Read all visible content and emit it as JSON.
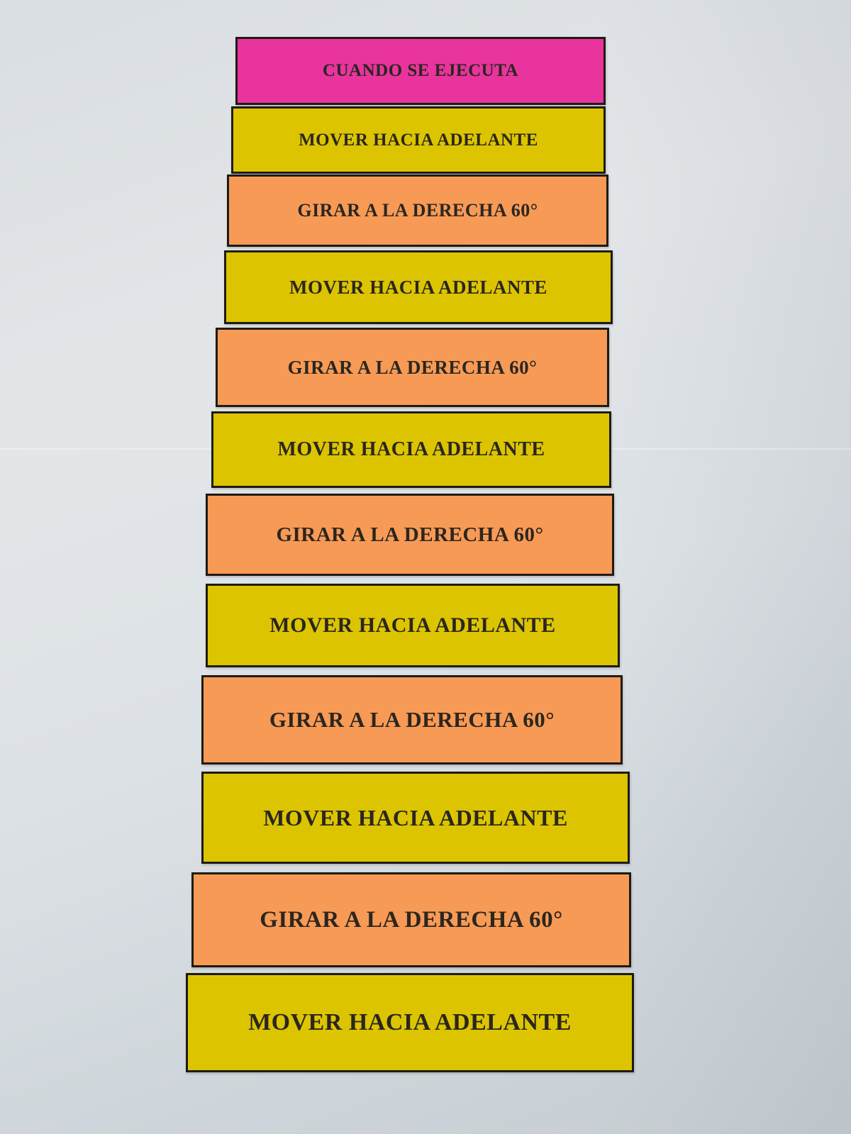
{
  "blocks": [
    {
      "kind": "start",
      "label": "CUANDO SE EJECUTA",
      "color": "#e8349c"
    },
    {
      "kind": "move",
      "label": "MOVER HACIA ADELANTE",
      "color": "#dcc500"
    },
    {
      "kind": "turn",
      "label": "GIRAR A LA DERECHA 60°",
      "color": "#f79a55"
    },
    {
      "kind": "move",
      "label": "MOVER HACIA ADELANTE",
      "color": "#dcc500"
    },
    {
      "kind": "turn",
      "label": "GIRAR A LA DERECHA 60°",
      "color": "#f79a55"
    },
    {
      "kind": "move",
      "label": "MOVER HACIA ADELANTE",
      "color": "#dcc500"
    },
    {
      "kind": "turn",
      "label": "GIRAR A LA DERECHA 60°",
      "color": "#f79a55"
    },
    {
      "kind": "move",
      "label": "MOVER HACIA ADELANTE",
      "color": "#dcc500"
    },
    {
      "kind": "turn",
      "label": "GIRAR A LA DERECHA 60°",
      "color": "#f79a55"
    },
    {
      "kind": "move",
      "label": "MOVER HACIA ADELANTE",
      "color": "#dcc500"
    },
    {
      "kind": "turn",
      "label": "GIRAR A LA DERECHA 60°",
      "color": "#f79a55"
    },
    {
      "kind": "move",
      "label": "MOVER HACIA ADELANTE",
      "color": "#dcc500"
    }
  ]
}
